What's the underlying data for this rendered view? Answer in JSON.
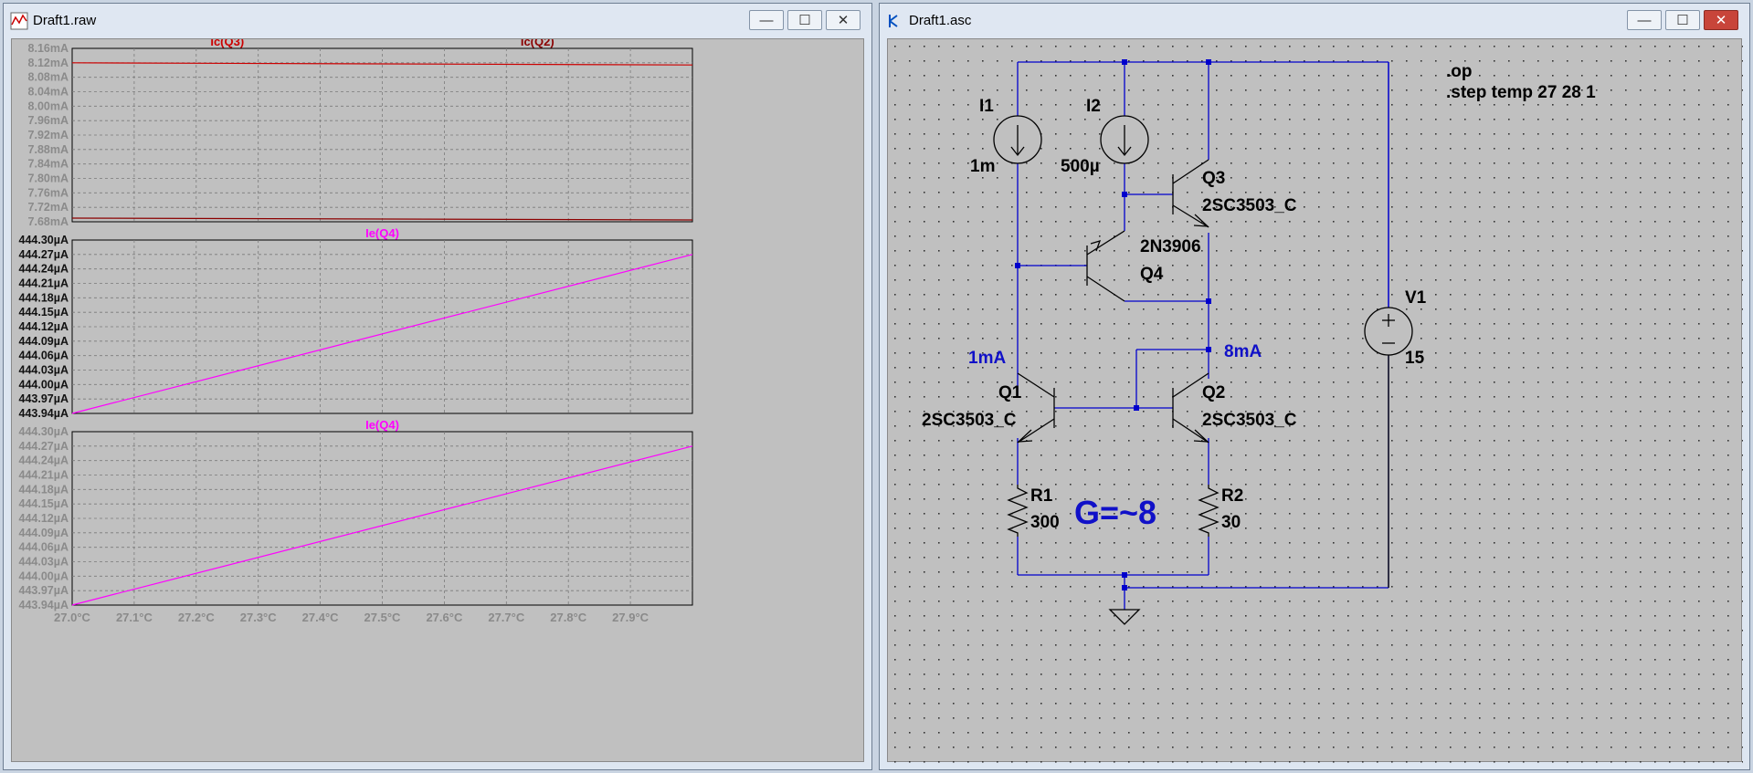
{
  "waveform_window": {
    "title": "Draft1.raw",
    "panes": [
      {
        "traces": [
          "Ic(Q3)",
          "Ic(Q2)"
        ],
        "trace_colors": [
          "#cc0000",
          "#8b0000"
        ],
        "y_ticks": [
          "8.16mA",
          "8.12mA",
          "8.08mA",
          "8.04mA",
          "8.00mA",
          "7.96mA",
          "7.92mA",
          "7.88mA",
          "7.84mA",
          "7.80mA",
          "7.76mA",
          "7.72mA",
          "7.68mA"
        ]
      },
      {
        "traces": [
          "Ie(Q4)"
        ],
        "trace_colors": [
          "#ff00ff"
        ],
        "y_ticks": [
          "444.30µA",
          "444.27µA",
          "444.24µA",
          "444.21µA",
          "444.18µA",
          "444.15µA",
          "444.12µA",
          "444.09µA",
          "444.06µA",
          "444.03µA",
          "444.00µA",
          "443.97µA",
          "443.94µA"
        ]
      },
      {
        "traces": [
          "Ie(Q4)"
        ],
        "trace_colors": [
          "#ff00ff"
        ],
        "y_ticks": [
          "444.30µA",
          "444.27µA",
          "444.24µA",
          "444.21µA",
          "444.18µA",
          "444.15µA",
          "444.12µA",
          "444.09µA",
          "444.06µA",
          "444.03µA",
          "444.00µA",
          "443.97µA",
          "443.94µA"
        ]
      }
    ],
    "x_ticks": [
      "27.0°C",
      "27.1°C",
      "27.2°C",
      "27.3°C",
      "27.4°C",
      "27.5°C",
      "27.6°C",
      "27.7°C",
      "27.8°C",
      "27.9°C"
    ]
  },
  "chart_data": [
    {
      "type": "line",
      "x": [
        27.0,
        28.0
      ],
      "xlim": [
        27.0,
        28.0
      ],
      "ylim": [
        7.68,
        8.16
      ],
      "series": [
        {
          "name": "Ic(Q3)",
          "values": [
            8.12,
            8.114
          ]
        },
        {
          "name": "Ic(Q2)",
          "values": [
            7.69,
            7.685
          ]
        }
      ]
    },
    {
      "type": "line",
      "x": [
        27.0,
        28.0
      ],
      "xlim": [
        27.0,
        28.0
      ],
      "ylim": [
        443.94,
        444.3
      ],
      "series": [
        {
          "name": "Ie(Q4)",
          "values": [
            443.94,
            444.27
          ]
        }
      ]
    },
    {
      "type": "line",
      "x": [
        27.0,
        28.0
      ],
      "xlim": [
        27.0,
        28.0
      ],
      "ylim": [
        443.94,
        444.3
      ],
      "series": [
        {
          "name": "Ie(Q4)",
          "values": [
            443.94,
            444.27
          ]
        }
      ]
    }
  ],
  "schematic_window": {
    "title": "Draft1.asc",
    "directives": [
      ".op",
      ".step temp 27 28 1"
    ],
    "components": {
      "I1": {
        "name": "I1",
        "value": "1m"
      },
      "I2": {
        "name": "I2",
        "value": "500µ"
      },
      "Q3": {
        "name": "Q3",
        "model": "2SC3503_C"
      },
      "Q4": {
        "name": "Q4",
        "model": "2N3906"
      },
      "Q1": {
        "name": "Q1",
        "model": "2SC3503_C"
      },
      "Q2": {
        "name": "Q2",
        "model": "2SC3503_C"
      },
      "R1": {
        "name": "R1",
        "value": "300"
      },
      "R2": {
        "name": "R2",
        "value": "30"
      },
      "V1": {
        "name": "V1",
        "value": "15"
      }
    },
    "annotations": {
      "left_current": "1mA",
      "right_current": "8mA",
      "gain": "G=~8"
    },
    "colors": {
      "wire": "#0000cc",
      "annotation": "#1010c8",
      "grid_dot": "#333333"
    }
  },
  "window_buttons": {
    "minimize": "—",
    "maximize": "☐",
    "close": "✕"
  }
}
